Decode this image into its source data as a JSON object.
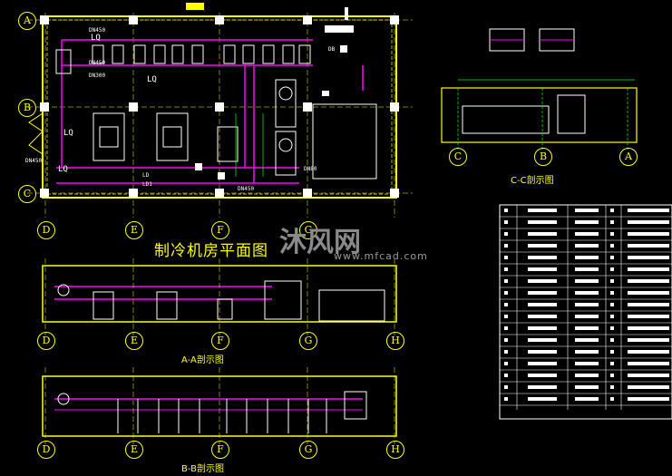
{
  "titles": {
    "plan": "制冷机房平面图",
    "section_aa": "A-A剖示图",
    "section_bb": "B-B剖示图",
    "section_cc": "C-C剖示图"
  },
  "watermark": {
    "brand": "沐风网",
    "url": "www.mfcad.com"
  },
  "grid_axes": {
    "rows": [
      "A",
      "B",
      "C"
    ],
    "columns": [
      "D",
      "E",
      "F",
      "G",
      "H"
    ]
  },
  "pipe_labels": {
    "lq": "LQ",
    "ld": "LD",
    "ld1": "LD1",
    "dn450": "DN450",
    "dn300": "DN300",
    "dn80": "DN80",
    "db": "DB"
  },
  "colors": {
    "background": "#000000",
    "wall": "#ffff00",
    "pipe_supply": "#ff00ff",
    "equipment": "#ffffff",
    "dimension": "#00ff00",
    "column": "#ffffff"
  }
}
